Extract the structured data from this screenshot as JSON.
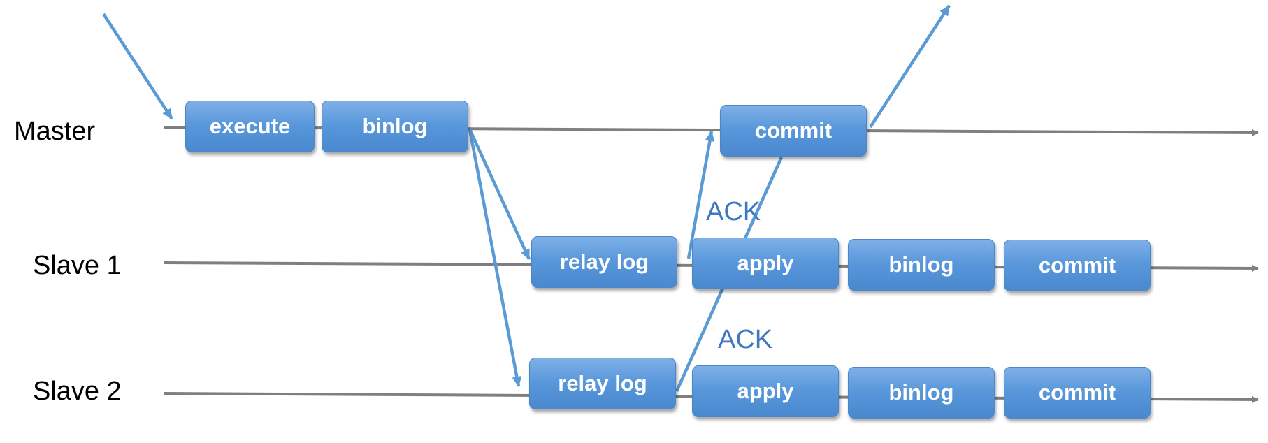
{
  "lanes": {
    "master": "Master",
    "slave1": "Slave 1",
    "slave2": "Slave 2"
  },
  "master_steps": {
    "execute": "execute",
    "binlog": "binlog",
    "commit": "commit"
  },
  "slave1_steps": {
    "relay_log": "relay log",
    "apply": "apply",
    "binlog": "binlog",
    "commit": "commit"
  },
  "slave2_steps": {
    "relay_log": "relay log",
    "apply": "apply",
    "binlog": "binlog",
    "commit": "commit"
  },
  "acks": {
    "slave1": "ACK",
    "slave2": "ACK"
  },
  "colors": {
    "box_fill": "#5b9bd5",
    "arrow": "#5b9bd5",
    "timeline": "#7f7f7f",
    "ack_text": "#3f78bd"
  }
}
